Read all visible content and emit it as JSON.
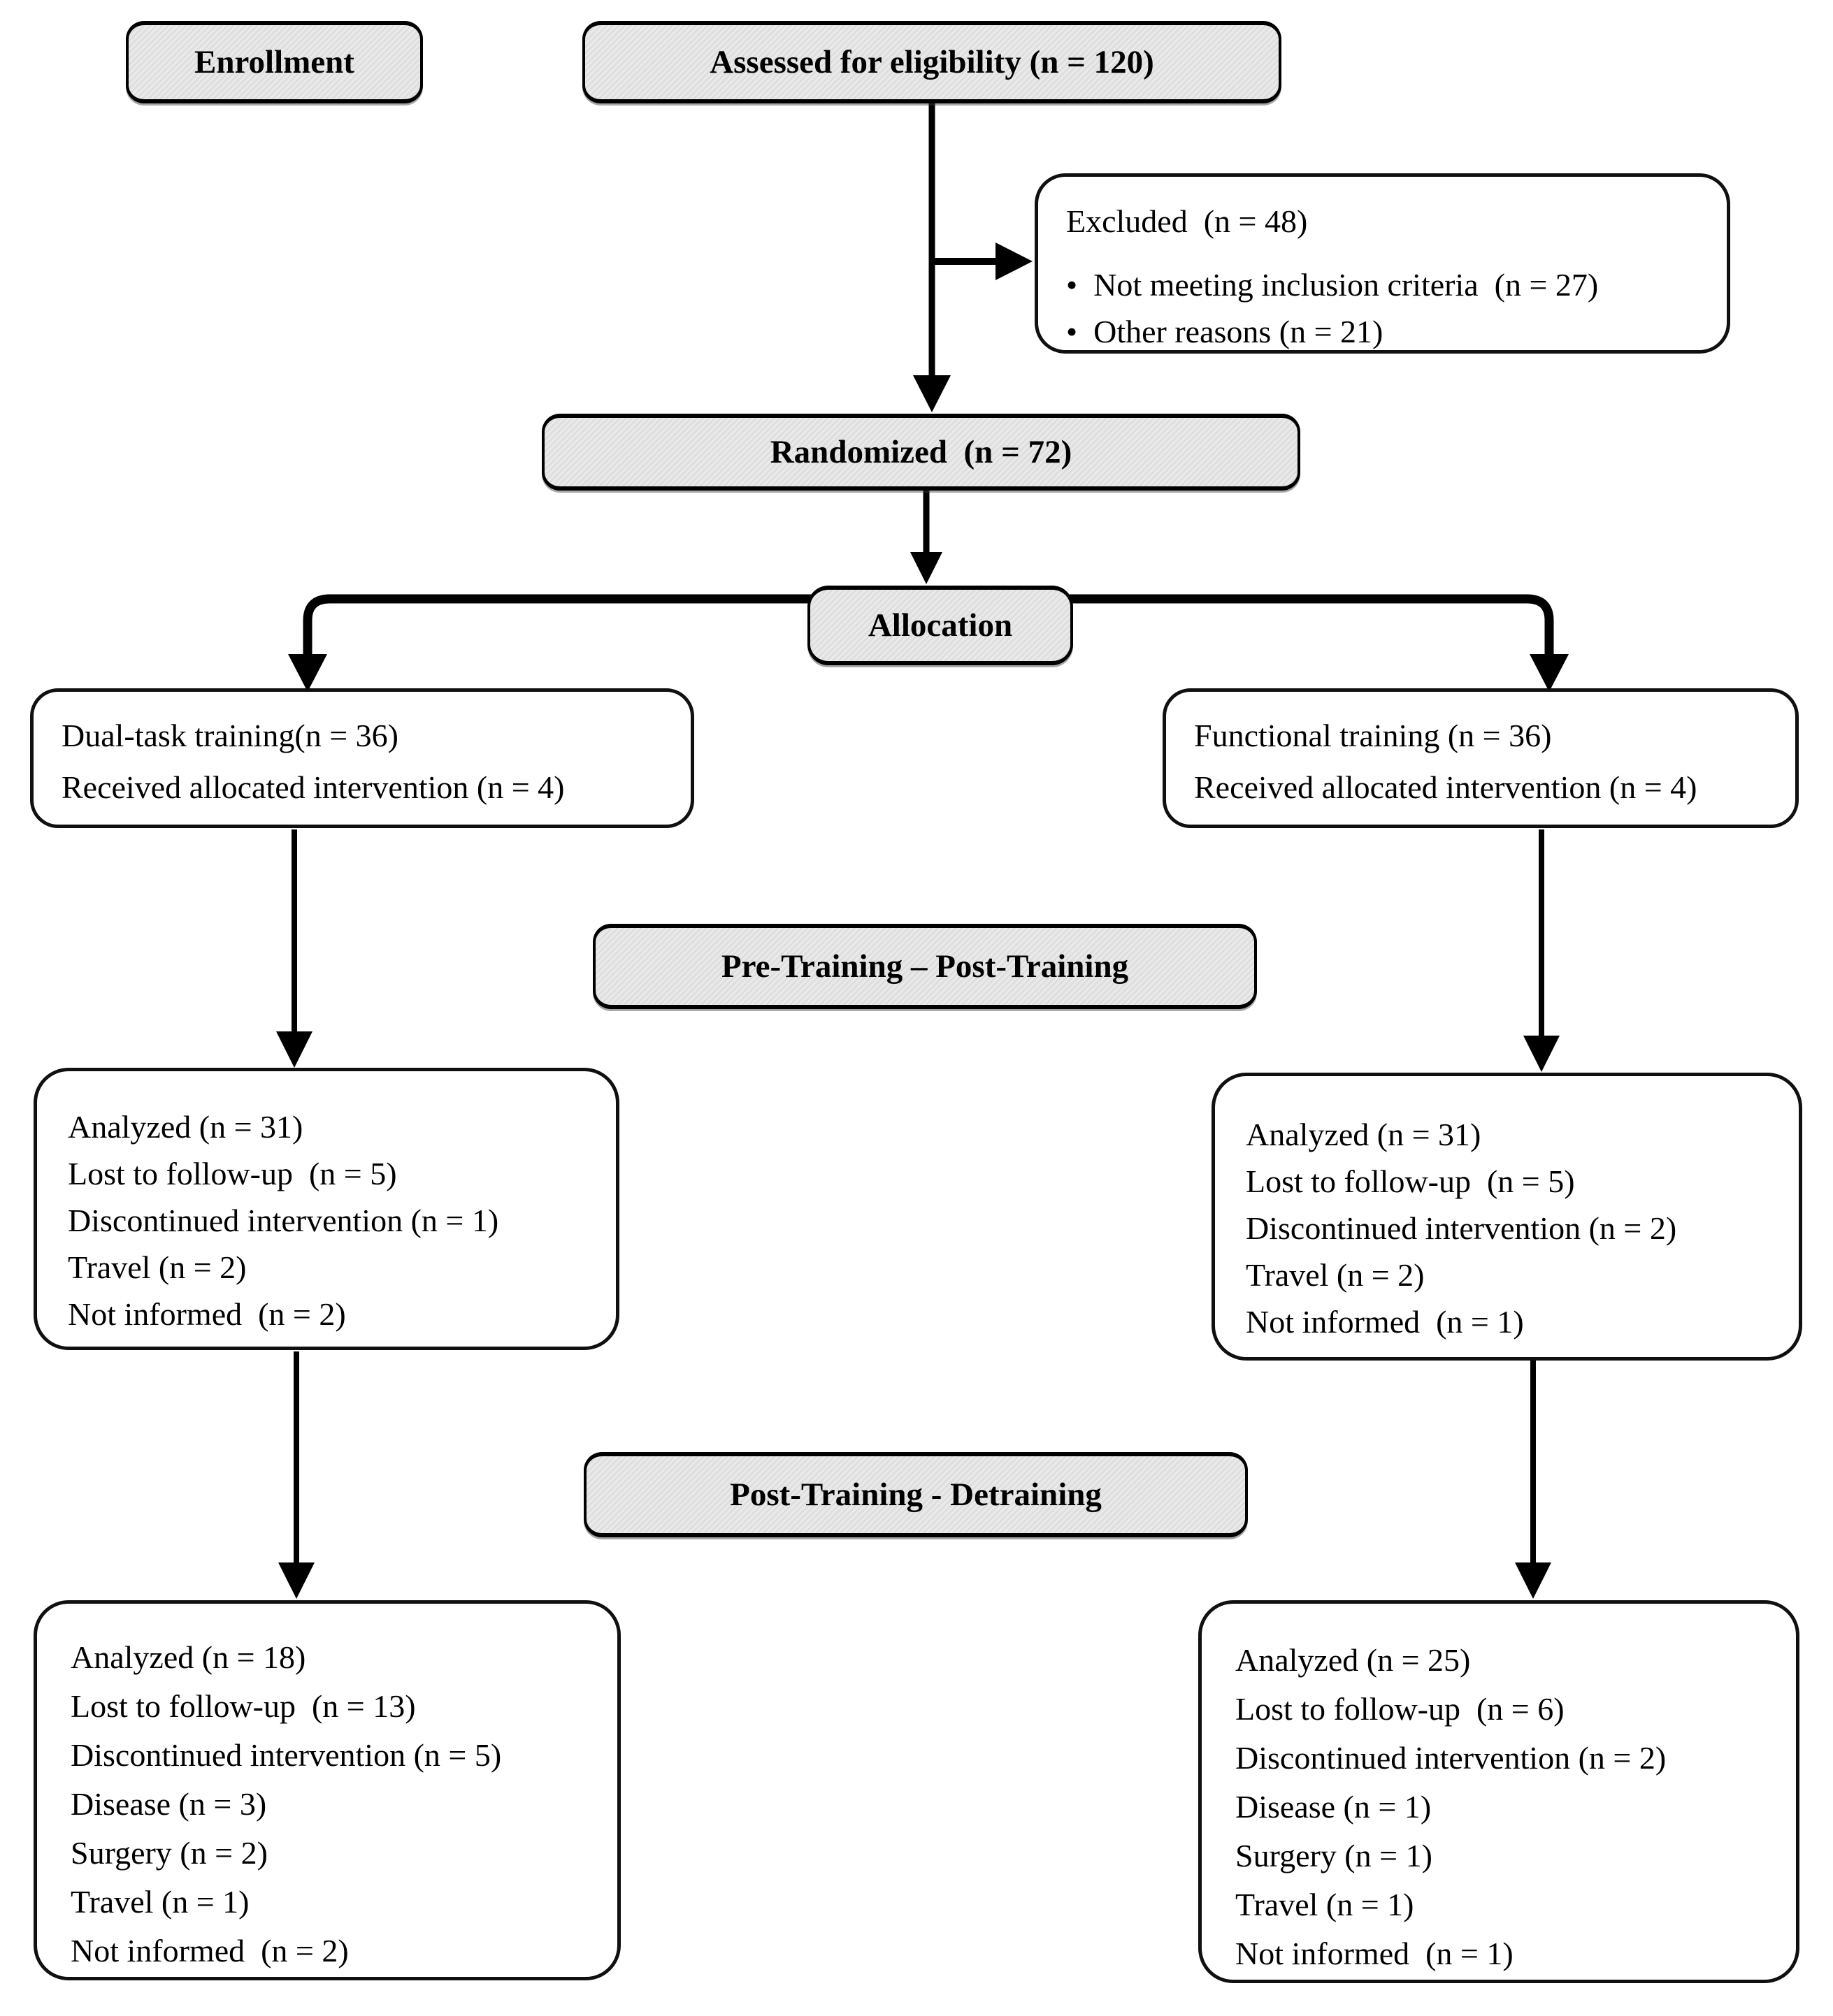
{
  "figure": {
    "title": "CONSORT participant flow diagram",
    "stages": {
      "enrollment_label": "Enrollment",
      "assessed": "Assessed for eligibility (n = 120)",
      "excluded_title": "Excluded  (n = 48)",
      "excluded_bullets": [
        "•  Not meeting inclusion criteria  (n = 27)",
        "•  Other reasons (n = 21)"
      ],
      "randomized": "Randomized  (n = 72)",
      "allocation_label": "Allocation",
      "dual_task_group": [
        "Dual-task training(n = 36)",
        "Received allocated intervention (n = 4)"
      ],
      "functional_group": [
        "Functional training (n = 36)",
        "Received allocated intervention (n = 4)"
      ],
      "pre_post_label": "Pre-Training – Post-Training",
      "left_pre_post_lines": [
        "Analyzed (n = 31)",
        "Lost to follow-up  (n = 5)",
        "Discontinued intervention (n = 1)",
        "Travel (n = 2)",
        "Not informed  (n = 2)"
      ],
      "right_pre_post_lines": [
        "Analyzed (n = 31)",
        "Lost to follow-up  (n = 5)",
        "Discontinued intervention (n = 2)",
        "Travel (n = 2)",
        "Not informed  (n = 1)"
      ],
      "post_detraining_label": "Post-Training - Detraining",
      "left_detraining_lines": [
        "Analyzed (n = 18)",
        "Lost to follow-up  (n = 13)",
        "Discontinued intervention (n = 5)",
        "Disease (n = 3)",
        "Surgery (n = 2)",
        "Travel (n = 1)",
        "Not informed  (n = 2)"
      ],
      "right_detraining_lines": [
        "Analyzed (n = 25)",
        "Lost to follow-up  (n = 6)",
        "Discontinued intervention (n = 2)",
        "Disease (n = 1)",
        "Surgery (n = 1)",
        "Travel (n = 1)",
        "Not informed  (n = 1)"
      ]
    },
    "colors": {
      "stage_box_fill": "#e4e4e4",
      "box_border": "#000000",
      "background": "#ffffff",
      "text": "#000000"
    }
  }
}
